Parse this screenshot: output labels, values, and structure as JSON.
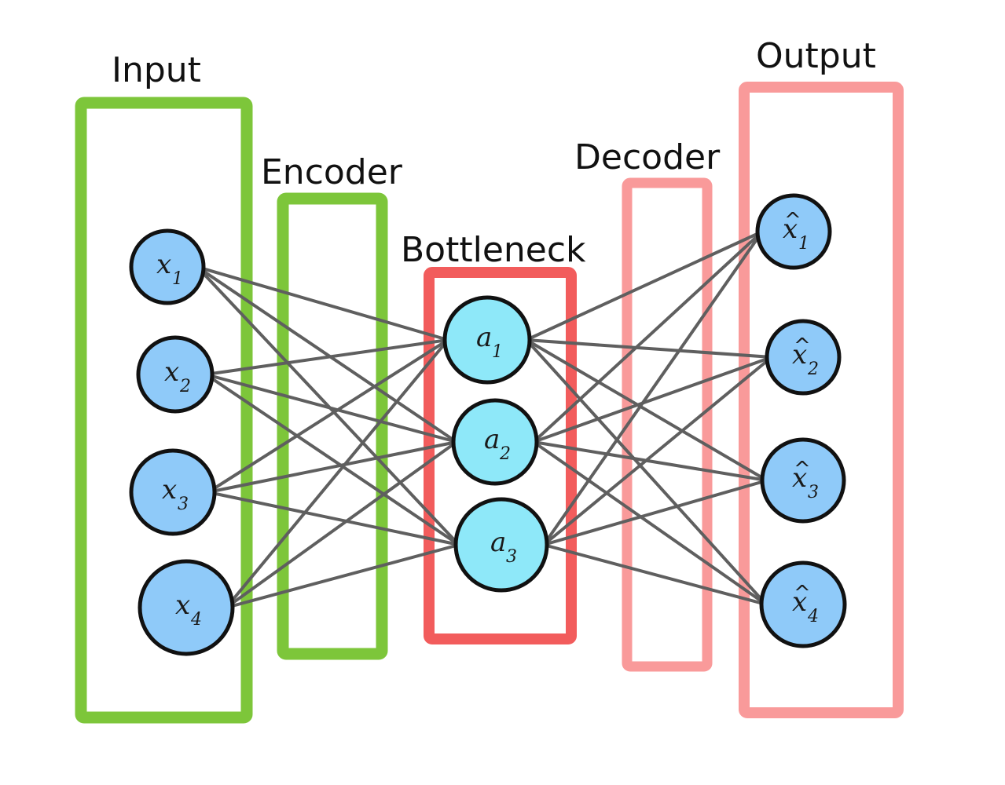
{
  "labels": {
    "input": "Input",
    "encoder": "Encoder",
    "bottleneck": "Bottleneck",
    "decoder": "Decoder",
    "output": "Output"
  },
  "nodes": {
    "input": [
      {
        "main": "x",
        "sub": "1"
      },
      {
        "main": "x",
        "sub": "2"
      },
      {
        "main": "x",
        "sub": "3"
      },
      {
        "main": "x",
        "sub": "4"
      }
    ],
    "bottleneck": [
      {
        "main": "a",
        "sub": "1"
      },
      {
        "main": "a",
        "sub": "2"
      },
      {
        "main": "a",
        "sub": "3"
      }
    ],
    "output": [
      {
        "main": "x",
        "sub": "1",
        "hat": "^"
      },
      {
        "main": "x",
        "sub": "2",
        "hat": "^"
      },
      {
        "main": "x",
        "sub": "3",
        "hat": "^"
      },
      {
        "main": "x",
        "sub": "4",
        "hat": "^"
      }
    ]
  },
  "colors": {
    "input_box": "#7dc63a",
    "encoder_box": "#7dc63a",
    "bottleneck_box": "#f25c5c",
    "decoder_box": "#f99a9a",
    "output_box": "#f99a9a",
    "io_node_fill": "#8fcaf9",
    "bottleneck_node_fill": "#8ee8f9",
    "edge": "#5f5f5f"
  }
}
